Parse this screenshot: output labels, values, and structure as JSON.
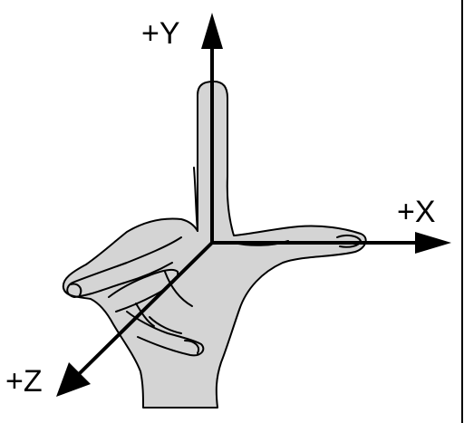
{
  "diagram": {
    "axes": {
      "y_label": "+Y",
      "x_label": "+X",
      "z_label": "+Z"
    },
    "colors": {
      "hand_fill": "#d4d4d4",
      "outline": "#000000",
      "background": "#ffffff"
    }
  }
}
